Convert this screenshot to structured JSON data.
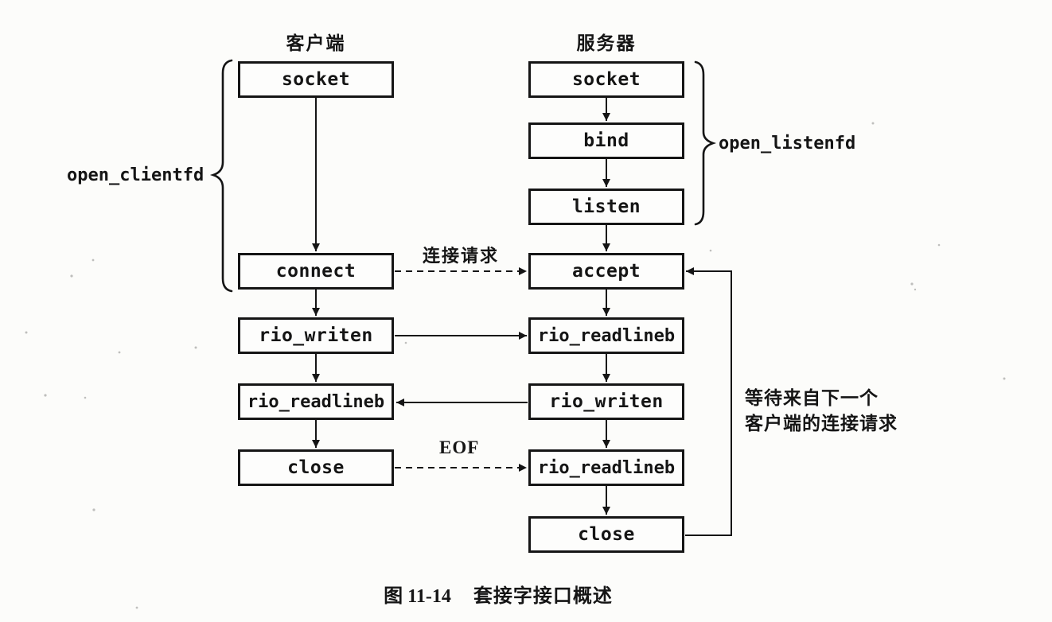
{
  "figure": {
    "caption_prefix": "图 11-14",
    "caption_title": "套接字接口概述"
  },
  "client": {
    "header": "客户端",
    "brace_label": "open_clientfd",
    "boxes": [
      "socket",
      "connect",
      "rio_writen",
      "rio_readlineb",
      "close"
    ]
  },
  "server": {
    "header": "服务器",
    "brace_label": "open_listenfd",
    "boxes": [
      "socket",
      "bind",
      "listen",
      "accept",
      "rio_readlineb",
      "rio_writen",
      "rio_readlineb",
      "close"
    ]
  },
  "annotations": {
    "connection_request": "连接请求",
    "eof": "EOF",
    "wait_next_line1": "等待来自下一个",
    "wait_next_line2": "客户端的连接请求"
  },
  "colors": {
    "ink": "#151515",
    "paper": "#fcfcfa",
    "box_fill": "#fdfdfc"
  }
}
